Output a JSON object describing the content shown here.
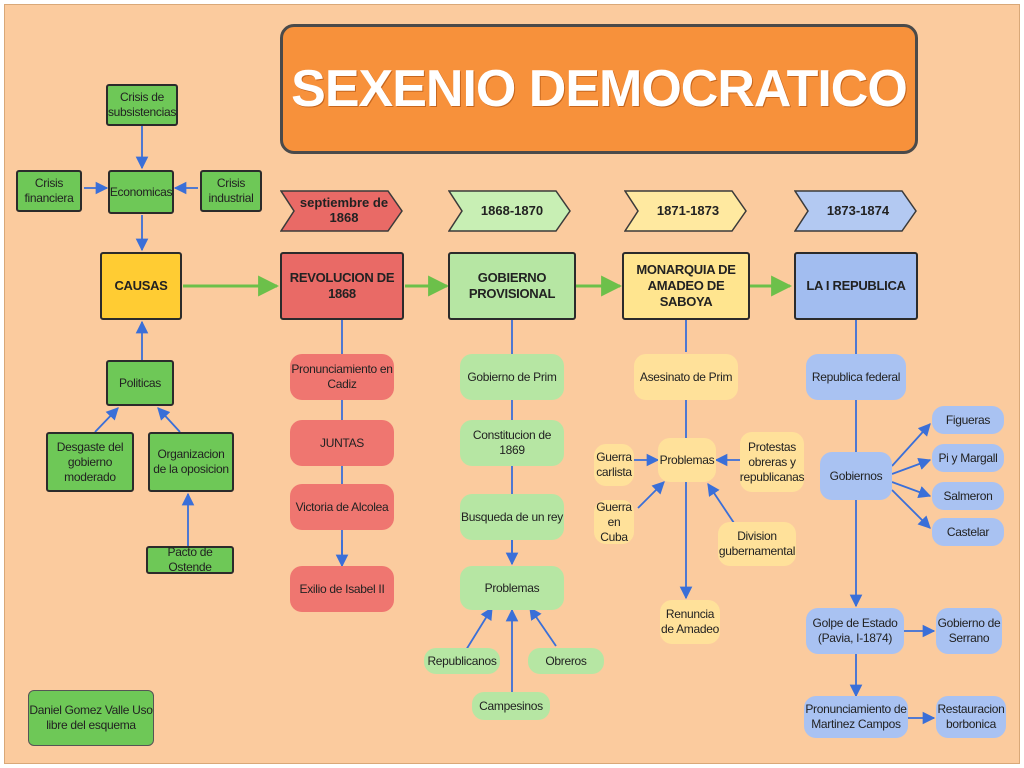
{
  "title": "SEXENIO DEMOCRATICO",
  "colors": {
    "background": "#FBCB9E",
    "title_fill": "#F7913B",
    "green": "#6EC857",
    "red": "#E96A66",
    "yellow": "#FFE58F",
    "blue": "#A2BDF0",
    "arrow_green": "#6CC04A",
    "arrow_blue": "#3A6FD8"
  },
  "periods": {
    "p1": "septiembre de 1868",
    "p2": "1868-1870",
    "p3": "1871-1873",
    "p4": "1873-1874"
  },
  "causas": {
    "main": "CAUSAS",
    "economicas": "Economicas",
    "crisis_subsistencias": "Crisis de subsistencias",
    "crisis_financiera": "Crisis financiera",
    "crisis_industrial": "Crisis industrial",
    "politicas": "Politicas",
    "desgaste": "Desgaste del gobierno moderado",
    "organizacion": "Organizacion de la oposicion",
    "pacto": "Pacto de Ostende"
  },
  "revolucion": {
    "main": "REVOLUCION DE 1868",
    "items": [
      "Pronunciamiento en Cadiz",
      "JUNTAS",
      "Victoria de Alcolea",
      "Exilio de Isabel II"
    ]
  },
  "gobierno": {
    "main": "GOBIERNO PROVISIONAL",
    "items": [
      "Gobierno de Prim",
      "Constitucion de 1869",
      "Busqueda de un rey",
      "Problemas"
    ],
    "problemas": [
      "Republicanos",
      "Obreros",
      "Campesinos"
    ]
  },
  "monarquia": {
    "main": "MONARQUIA DE AMADEO DE SABOYA",
    "asesinato": "Asesinato de Prim",
    "problemas": "Problemas",
    "guerra_carlista": "Guerra carlista",
    "guerra_cuba": "Guerra en Cuba",
    "protestas": "Protestas obreras y republicanas",
    "division": "Division gubernamental",
    "renuncia": "Renuncia de Amadeo"
  },
  "republica": {
    "main": "LA I REPUBLICA",
    "federal": "Republica federal",
    "gobiernos": "Gobiernos",
    "presidentes": [
      "Figueras",
      "Pi y Margall",
      "Salmeron",
      "Castelar"
    ],
    "golpe": "Golpe de Estado (Pavia, I-1874)",
    "serrano": "Gobierno de Serrano",
    "pronunciamiento": "Pronunciamiento de Martinez Campos",
    "restauracion": "Restauracion borbonica"
  },
  "credit": "Daniel Gomez Valle Uso libre del esquema"
}
